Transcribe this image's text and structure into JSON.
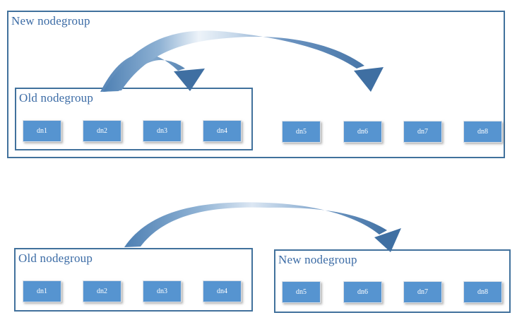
{
  "top_diagram": {
    "outer_group": {
      "label": "New nodegroup"
    },
    "inner_group": {
      "label": "Old nodegroup"
    },
    "old_nodes": [
      "dn1",
      "dn2",
      "dn3",
      "dn4"
    ],
    "new_nodes": [
      "dn5",
      "dn6",
      "dn7",
      "dn8"
    ]
  },
  "bottom_diagram": {
    "old_group": {
      "label": "Old nodegroup"
    },
    "new_group": {
      "label": "New nodegroup"
    },
    "old_nodes": [
      "dn1",
      "dn2",
      "dn3",
      "dn4"
    ],
    "new_nodes": [
      "dn5",
      "dn6",
      "dn7",
      "dn8"
    ]
  },
  "arrows": {
    "color_dark": "#3f6fa2",
    "color_mid": "#4e80b3",
    "top": [
      {
        "from": "old-nodegroup-dn2-area",
        "to": "old-nodegroup-top-edge"
      },
      {
        "from": "old-nodegroup-dn2-area",
        "to": "new-nodegroup-dn5-dn6-area"
      }
    ],
    "bottom": [
      {
        "from": "old-nodegroup-top-edge",
        "to": "new-nodegroup-top-edge"
      }
    ]
  },
  "colors": {
    "box_border": "#41719c",
    "group_label_text": "#3b6ba5",
    "node_fill": "#5694d0",
    "node_text": "#ffffff"
  }
}
